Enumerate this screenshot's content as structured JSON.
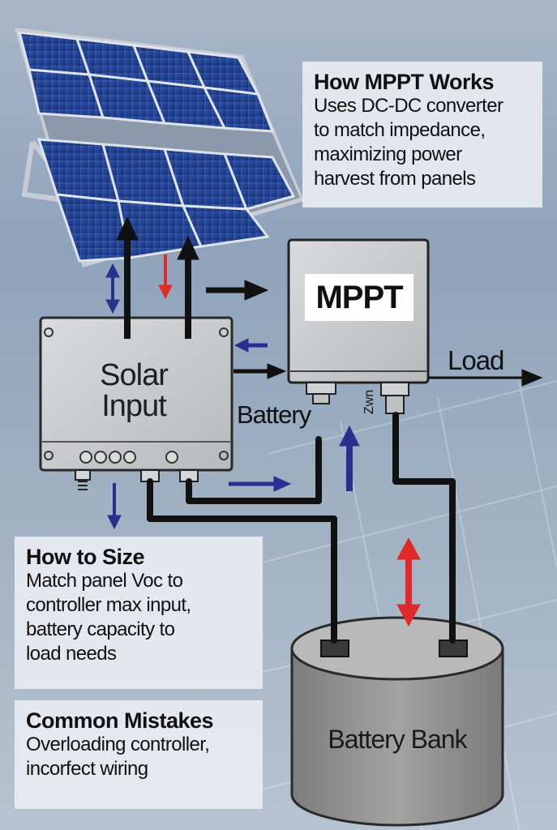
{
  "info_boxes": {
    "mppt": {
      "title": "How MPPT Works",
      "lines": [
        "Uses DC-DC converter",
        "to match impedance,",
        "maximizing power",
        "harvest from panels"
      ]
    },
    "size": {
      "title": "How to Size",
      "lines": [
        "Match panel Voc to",
        "controller max input,",
        "battery capacity to",
        "load needs"
      ]
    },
    "mistakes": {
      "title": "Common Mistakes",
      "lines": [
        "Overloading controller,",
        "incorfect wiring"
      ]
    }
  },
  "components": {
    "solar_input_label": "Solar\nInput",
    "mppt_label": "MPPT",
    "battery_label": "Battery",
    "load_label": "Load",
    "battery_bank_label": "Battery Bank",
    "mppt_terminal_mark": "Zwn"
  },
  "colors": {
    "panel_cell": "#1f3f8c",
    "cable": "#111111",
    "arrow_blue": "#2a2f8f",
    "arrow_red": "#e02a2a",
    "enclosure": "#c9cbce",
    "battery_body": "#8e8e8e"
  }
}
